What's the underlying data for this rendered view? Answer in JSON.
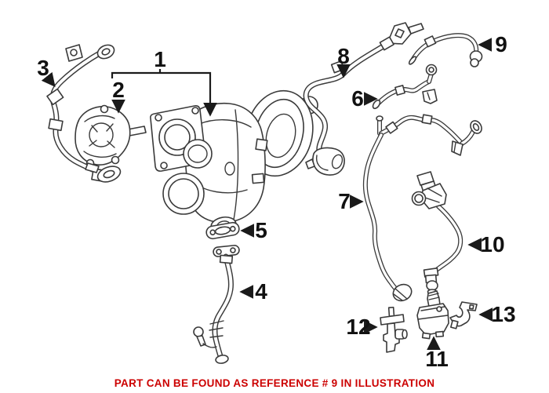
{
  "diagram": {
    "kind": "automotive-parts-illustration",
    "caption": "PART CAN BE FOUND AS REFERENCE # 9 IN ILLUSTRATION",
    "caption_color": "#cc0000",
    "line_color": "#3a3a3a",
    "background_color": "#ffffff",
    "highlighted_reference": "9",
    "callouts": [
      "1",
      "2",
      "3",
      "4",
      "5",
      "6",
      "7",
      "8",
      "9",
      "10",
      "11",
      "12",
      "13"
    ]
  }
}
